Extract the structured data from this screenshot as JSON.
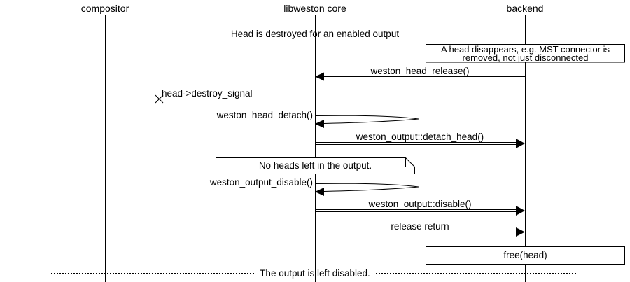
{
  "diagram": {
    "title_hint": "libweston head destroy sequence",
    "colors": {
      "foreground": "#000000",
      "background": "#ffffff"
    },
    "actors": [
      {
        "label": "compositor"
      },
      {
        "label": "libweston core"
      },
      {
        "label": "backend"
      }
    ],
    "dividers": [
      {
        "label": "Head is destroyed for an enabled output"
      },
      {
        "label": "The output is left disabled."
      }
    ],
    "notes": [
      {
        "label": "A head disappears, e.g. MST connector is\nremoved, not just disconnected",
        "shape": "box",
        "over": "backend"
      },
      {
        "label": "No heads left in the output.",
        "shape": "note",
        "over": "libweston core"
      },
      {
        "label": "free(head)",
        "shape": "box",
        "over": "backend"
      }
    ],
    "messages": [
      {
        "label": "weston_head_release()",
        "from": "backend",
        "to": "libweston core",
        "style": "solid"
      },
      {
        "label": "head->destroy_signal",
        "from": "libweston core",
        "to": "lost",
        "style": "lost"
      },
      {
        "label": "weston_head_detach()",
        "from": "libweston core",
        "to": "libweston core",
        "style": "self"
      },
      {
        "label": "weston_output::detach_head()",
        "from": "libweston core",
        "to": "backend",
        "style": "double"
      },
      {
        "label": "weston_output_disable()",
        "from": "libweston core",
        "to": "libweston core",
        "style": "self"
      },
      {
        "label": "weston_output::disable()",
        "from": "libweston core",
        "to": "backend",
        "style": "double"
      },
      {
        "label": "release return",
        "from": "libweston core",
        "to": "backend",
        "style": "dashed"
      }
    ]
  }
}
